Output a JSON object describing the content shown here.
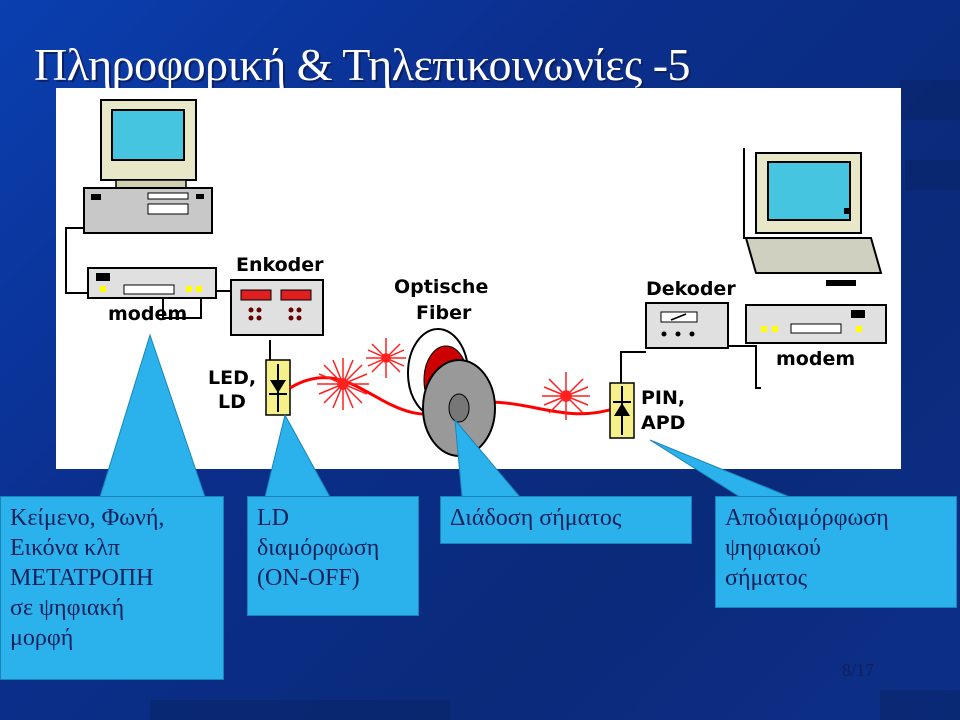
{
  "slide": {
    "title": "Πληροφορική & Τηλεπικοινωνίες -5",
    "page_number": "8/17"
  },
  "diagram": {
    "labels": {
      "modem_left": "modem",
      "enkoder": "Enkoder",
      "led": "LED,",
      "ld": "LD",
      "fiber_1": "Optische",
      "fiber_2": "Fiber",
      "dekoder": "Dekoder",
      "pin": "PIN,",
      "apd": "APD",
      "modem_right": "modem"
    }
  },
  "callouts": [
    {
      "lines": [
        "Κείμενο, Φωνή,",
        "Εικόνα κλπ",
        "ΜΕΤΑΤΡΟΠΗ",
        "σε ψηφιακή",
        "μορφή"
      ]
    },
    {
      "lines": [
        "LD",
        "διαμόρφωση",
        "(ON-OFF)"
      ]
    },
    {
      "lines": [
        "Διάδοση σήματος"
      ]
    },
    {
      "lines": [
        "Αποδιαμόρφωση",
        "ψηφιακού",
        "σήματος"
      ]
    }
  ],
  "colors": {
    "background": "#0b2f8e",
    "callout": "#2bb2ec",
    "signal": "#ff0000",
    "detector": "#f6f08a"
  }
}
